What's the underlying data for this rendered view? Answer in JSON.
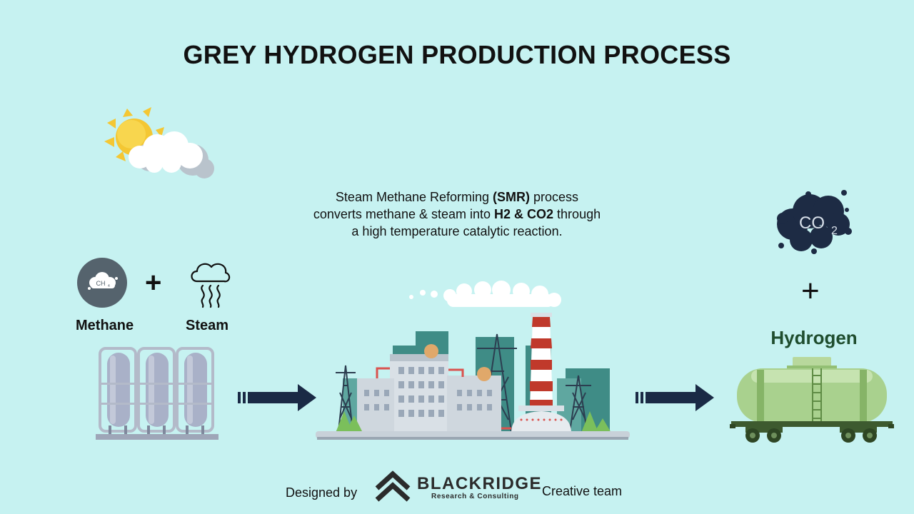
{
  "title": "GREY HYDROGEN PRODUCTION PROCESS",
  "description": {
    "line1_pre": "Steam Methane Reforming ",
    "line1_bold": "(SMR)",
    "line1_post": " process",
    "line2_pre": "converts methane & steam into ",
    "line2_bold": "H2 & CO2",
    "line2_post": " through",
    "line3": "a high temperature catalytic reaction."
  },
  "inputs": {
    "methane_label": "Methane",
    "methane_formula": "CH",
    "methane_formula_sub": "4",
    "plus": "+",
    "steam_label": "Steam"
  },
  "outputs": {
    "co2_text": "CO",
    "co2_sub": "2",
    "plus": "+",
    "hydrogen_label": "Hydrogen"
  },
  "footer": {
    "designed_by": "Designed by",
    "brand_name": "BLACKRIDGE",
    "brand_sub": "Research & Consulting",
    "creative_team": "Creative team"
  },
  "colors": {
    "background": "#c6f2f1",
    "arrow": "#1a2a45",
    "hydrogen_text": "#1f4d2e",
    "tank_green": "#a9d18e",
    "co2_cloud": "#1d2b44"
  }
}
